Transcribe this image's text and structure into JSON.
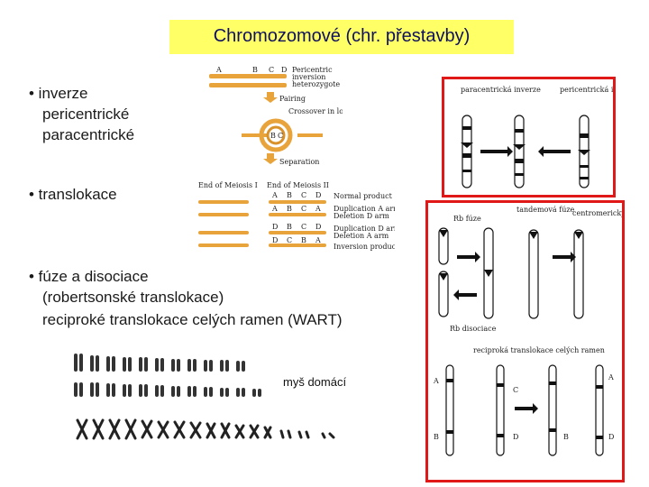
{
  "title": "Chromozomové (chr. přestavby)",
  "bullets": {
    "inverze": {
      "label": "• inverze",
      "items": [
        "pericentrické",
        "paracentrické"
      ]
    },
    "translokace": {
      "label": "• translokace"
    },
    "fuze": {
      "label": "• fúze a disociace",
      "items": [
        "(robertsonské translokace)",
        "reciproké translokace celých ramen (WART)"
      ]
    }
  },
  "caption": "myš domácí",
  "inversion_fig": {
    "letters_top": [
      "A",
      "B",
      "C",
      "D"
    ],
    "labels": [
      "Pericentric",
      "inversion",
      "heterozygote",
      "Pairing",
      "Crossover in loop",
      "Separation"
    ],
    "loop_letters": [
      "B",
      "C"
    ]
  },
  "translocation_fig": {
    "headers": [
      "End of Meiosis I",
      "End of Meiosis II"
    ],
    "labels": [
      "Normal product",
      "Duplication A arm",
      "Deletion D arm",
      "Duplication D arm",
      "Deletion A arm",
      "Inversion product"
    ],
    "rows": [
      [
        "A",
        "B",
        "C",
        "D"
      ],
      [
        "A",
        "B",
        "C",
        "A"
      ],
      [
        "D",
        "B",
        "C",
        "D"
      ],
      [
        "D",
        "C",
        "B",
        "A"
      ]
    ]
  },
  "panel_inversion": {
    "left_label": "paracentrická inverze",
    "right_label": "pericentrická inverze"
  },
  "panel_fusion": {
    "rb_fusion": "Rb fúze",
    "tandem": "tandemová fúze",
    "centromeric": "centromerický posun",
    "rb_dissociation": "Rb disociace",
    "reciprocal": "reciproká translokace celých ramen",
    "letters": [
      "A",
      "C",
      "A",
      "B",
      "D",
      "B",
      "D"
    ]
  }
}
